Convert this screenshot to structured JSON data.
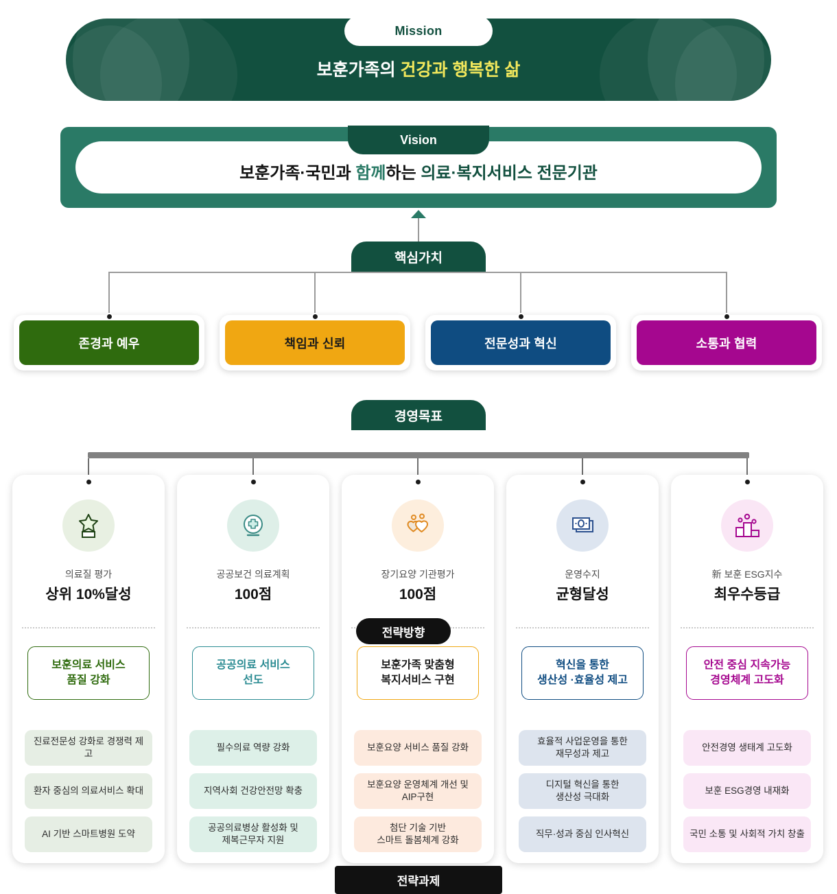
{
  "mission": {
    "chip_label": "Mission",
    "text_plain": "보훈가족의 건강과 행복한 삶",
    "text_parts": [
      {
        "t": "보훈가족의 ",
        "hl": false
      },
      {
        "t": "건강과 행복한 삶",
        "hl": true
      }
    ],
    "bar_color": "#12503f",
    "highlight_color": "#f2e85c"
  },
  "vision": {
    "chip_label": "Vision",
    "text_plain": "보훈가족·국민과 함께하는 의료·복지서비스 전문기관",
    "text_parts": [
      {
        "t": "보훈가족·국민과 ",
        "cls": "dark"
      },
      {
        "t": "함께",
        "cls": "g1"
      },
      {
        "t": "하는 ",
        "cls": "dark"
      },
      {
        "t": "의료·복지서비스 전문기관",
        "cls": "g2"
      }
    ],
    "bar_color": "#2a7a66"
  },
  "core_values": {
    "badge_label": "핵심가치",
    "items": [
      {
        "label": "존경과 예우",
        "bg": "#2f6b0e",
        "fg": "#ffffff"
      },
      {
        "label": "책임과 신뢰",
        "bg": "#f0a712",
        "fg": "#1a1a1a"
      },
      {
        "label": "전문성과 혁신",
        "bg": "#0f4c81",
        "fg": "#ffffff"
      },
      {
        "label": "소통과 협력",
        "bg": "#a5078f",
        "fg": "#ffffff"
      }
    ]
  },
  "goals": {
    "badge_label": "경영목표",
    "strategy_pill_label": "전략방향",
    "task_section_label": "전략과제",
    "cards": [
      {
        "icon": "star-trophy-icon",
        "icon_bg": "#e8f0e2",
        "icon_color": "#1e4214",
        "sub": "의료질 평가",
        "main": "상위 10%달성",
        "strategy": [
          "보훈의료 서비스",
          "품질 강화"
        ],
        "strategy_color": "#2f6b0e",
        "task_bg": "#e6eee4",
        "tasks": [
          [
            "진료전문성 강화로 경쟁력 제고"
          ],
          [
            "환자 중심의 의료서비스 확대"
          ],
          [
            "AI 기반 스마트병원 도약"
          ]
        ]
      },
      {
        "icon": "medical-cross-icon",
        "icon_bg": "#deefe8",
        "icon_color": "#3a8b85",
        "sub": "공공보건 의료계획",
        "main": "100점",
        "strategy": [
          "공공의료 서비스",
          "선도"
        ],
        "strategy_color": "#2a8b92",
        "task_bg": "#ddf0e8",
        "tasks": [
          [
            "필수의료 역량 강화"
          ],
          [
            "지역사회 건강안전망 확충"
          ],
          [
            "공공의료병상 활성화 및",
            "제복근무자 지원"
          ]
        ]
      },
      {
        "icon": "two-hearts-icon",
        "icon_bg": "#fdeedd",
        "icon_color": "#e08a21",
        "sub": "장기요양 기관평가",
        "main": "100점",
        "strategy": [
          "보훈가족 맞춤형",
          "복지서비스 구현"
        ],
        "strategy_color": "#1a1a1a",
        "strategy_border": "#f0a712",
        "task_bg": "#fdeade",
        "tasks": [
          [
            "보훈요양 서비스 품질 강화"
          ],
          [
            "보훈요양 운영체계 개선 및",
            "AIP구현"
          ],
          [
            "첨단 기술 기반",
            "스마트 돌봄체계 강화"
          ]
        ]
      },
      {
        "icon": "banknote-icon",
        "icon_bg": "#dde5f0",
        "icon_color": "#2c518f",
        "sub": "운영수지",
        "main": "균형달성",
        "strategy": [
          "혁신을 통한",
          "생산성 ·효율성 제고"
        ],
        "strategy_color": "#0f4c81",
        "task_bg": "#dde4ee",
        "tasks": [
          [
            "효율적 사업운영을 통한",
            "재무성과 제고"
          ],
          [
            "디지털 혁신을 통한",
            "생산성 극대화"
          ],
          [
            "직무·성과 중심 인사혁신"
          ]
        ]
      },
      {
        "icon": "podium-icon",
        "icon_bg": "#fae6f5",
        "icon_color": "#a5078f",
        "sub_prefix": "新",
        "sub": "新 보훈 ESG지수",
        "main": "최우수등급",
        "strategy": [
          "안전 중심 지속가능",
          "경영체계 고도화"
        ],
        "strategy_color": "#a5078f",
        "task_bg": "#fae7f6",
        "tasks": [
          [
            "안전경영 생태계 고도화"
          ],
          [
            "보훈 ESG경영 내재화"
          ],
          [
            "국민 소통 및 사회적 가치 창출"
          ]
        ]
      }
    ]
  }
}
